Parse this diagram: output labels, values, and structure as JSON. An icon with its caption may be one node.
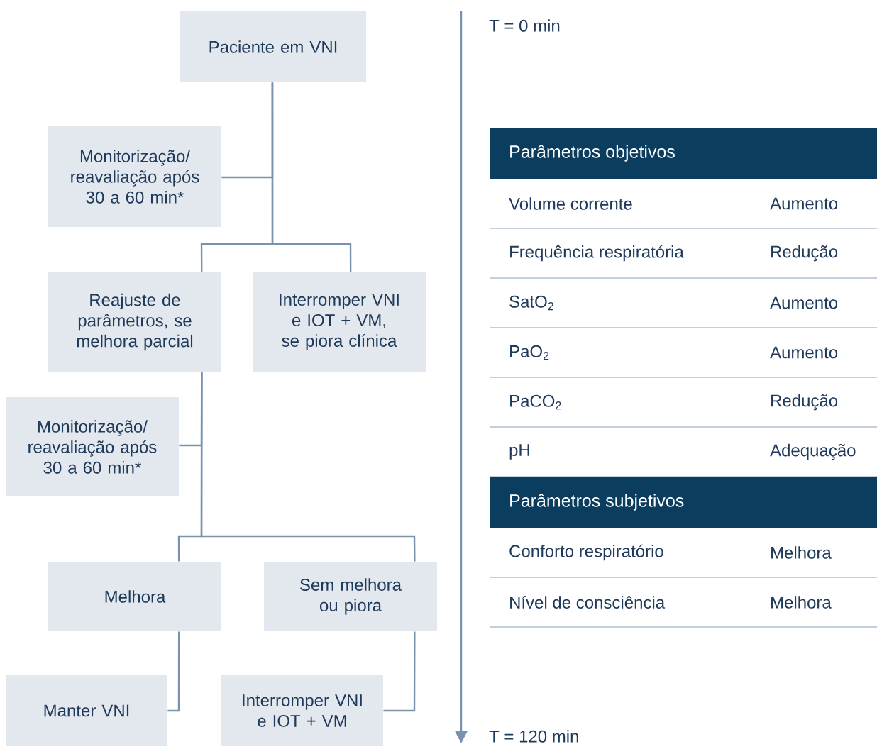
{
  "diagram": {
    "nodes": [
      {
        "text": [
          "Paciente em VNI"
        ]
      },
      {
        "text": [
          "Monitorização/ reavaliação após 30 a 60 min*"
        ]
      },
      {
        "text": [
          "Reajuste de parâmetros, se melhora parcial"
        ]
      },
      {
        "text": [
          "Interromper VNI e IOT + VM, se piora clínica"
        ]
      },
      {
        "text": [
          "Monitorização/ reavaliação após 30 a 60 min*"
        ]
      },
      {
        "text": [
          "Melhora"
        ]
      },
      {
        "text": [
          "Sem melhora ou piora"
        ]
      },
      {
        "text": [
          "Manter VNI"
        ]
      },
      {
        "text": [
          "Interromper VNI e IOT + VM"
        ]
      }
    ],
    "edges": [
      {
        "from": 0,
        "to": 1,
        "arrow": "none"
      },
      {
        "from": 0,
        "to": 2,
        "arrow": "none"
      },
      {
        "from": 0,
        "to": 3,
        "arrow": "none"
      },
      {
        "from": 2,
        "to": 4,
        "arrow": "none"
      },
      {
        "from": 2,
        "to": 5,
        "arrow": "none"
      },
      {
        "from": 2,
        "to": 6,
        "arrow": "none"
      },
      {
        "from": 5,
        "to": 7,
        "arrow": "none"
      },
      {
        "from": 6,
        "to": 8,
        "arrow": "none"
      }
    ],
    "labels": [
      "T = 0 min",
      "Parâmetros objetivos",
      "Volume corrente",
      "Aumento",
      "Frequência respiratória",
      "Redução",
      "SatO$_{2}$",
      "Aumento",
      "PaO$_{2}$",
      "Aumento",
      "PaCO$_{2}$",
      "Redução",
      "pH",
      "Adequação",
      "Parâmetros subjetivos",
      "Conforto respiratório",
      "Melhora",
      "Nível de consciência",
      "Melhora",
      "T = 120 min"
    ]
  }
}
